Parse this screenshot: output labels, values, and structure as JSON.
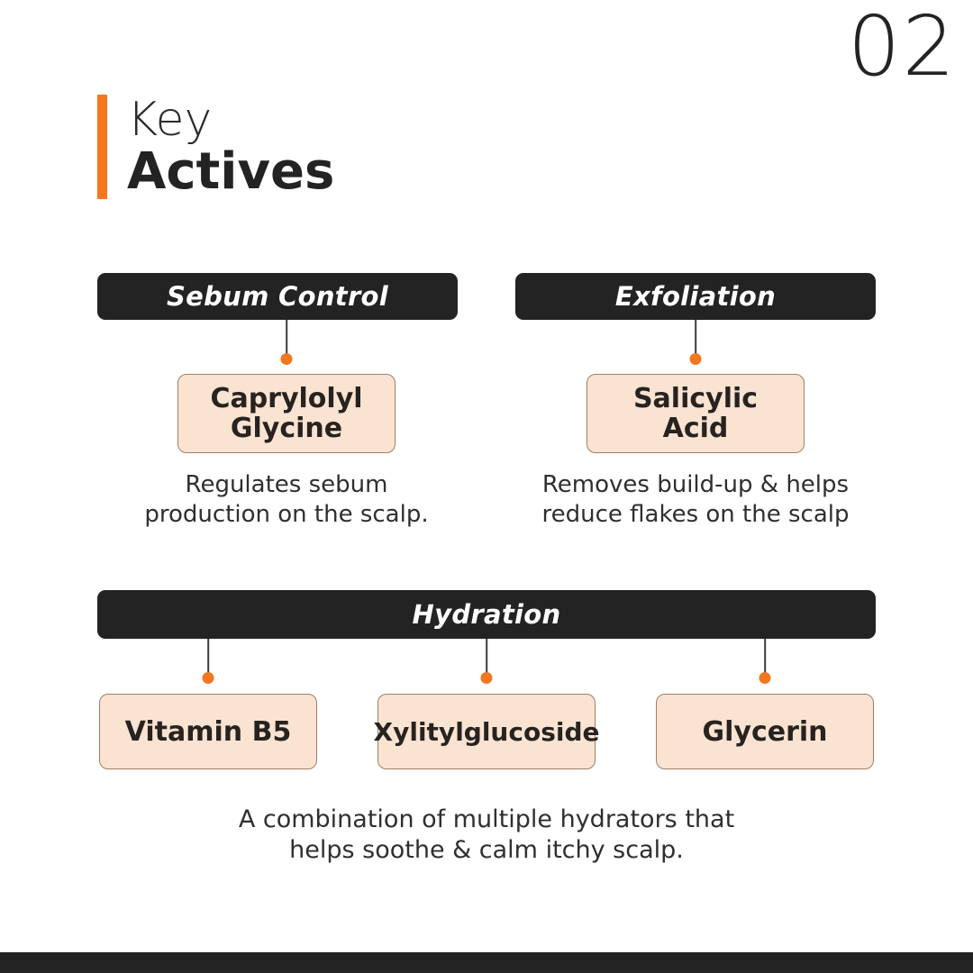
{
  "page": {
    "number": "02",
    "background_color": "#FFFFFF",
    "accent_color": "#F4761E",
    "dark_color": "#232323",
    "peach_color": "#FBE3D1"
  },
  "title": {
    "line1": "Key",
    "line2": "Actives"
  },
  "sections": [
    {
      "id": "sebum-control",
      "header": "Sebum Control",
      "ingredients": [
        {
          "name": "Caprylolyl\nGlycine",
          "line1": "Caprylolyl",
          "line2": "Glycine"
        }
      ],
      "description": "Regulates sebum production on the scalp."
    },
    {
      "id": "exfoliation",
      "header": "Exfoliation",
      "ingredients": [
        {
          "name": "Salicylic Acid",
          "line1": "Salicylic",
          "line2": "Acid"
        }
      ],
      "description": "Removes build-up & helps reduce flakes on the scalp"
    },
    {
      "id": "hydration",
      "header": "Hydration",
      "ingredients": [
        {
          "name": "Vitamin B5"
        },
        {
          "name": "Xylitylglucoside"
        },
        {
          "name": "Glycerin"
        }
      ],
      "description": "A combination of multiple hydrators that helps soothe & calm itchy scalp."
    }
  ]
}
